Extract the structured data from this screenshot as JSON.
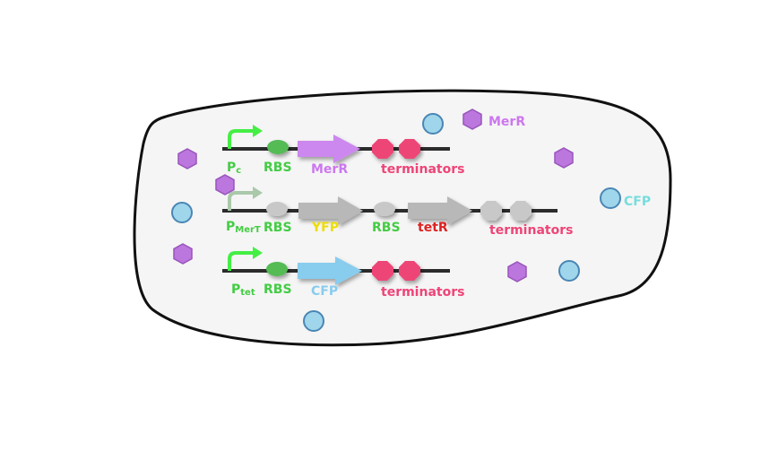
{
  "colors": {
    "cell_fill": "#f5f5f5",
    "cell_stroke": "#111111",
    "dna": "#2b2b2b",
    "promoter_active": "#44ee44",
    "promoter_inactive": "#aac8aa",
    "rbs_active": "#55bb55",
    "rbs_inactive": "#c8c8c8",
    "merr": "#cc88ee",
    "cfp": "#88ccee",
    "terminator_active": "#ee4477",
    "terminator_inactive": "#c8c8c8",
    "gene_inactive": "#b8b8b8",
    "label_green": "#44cc44",
    "label_purple": "#cc77ee",
    "label_pink": "#ee4477",
    "label_yellow": "#eedd00",
    "label_red": "#dd2222",
    "label_cyan": "#77dddd",
    "protein_merr": "#bb77dd",
    "protein_cfp_fill": "#9fd6ec",
    "protein_cfp_stroke": "#4a86b4"
  },
  "construct1": {
    "promoter": "P",
    "promoter_sub": "c",
    "rbs": "RBS",
    "gene": "MerR",
    "terminators": "terminators"
  },
  "construct2": {
    "promoter": "P",
    "promoter_sub": "MerT",
    "rbs1": "RBS",
    "gene1": "YFP",
    "rbs2": "RBS",
    "gene2": "tetR",
    "terminators": "terminators"
  },
  "construct3": {
    "promoter": "P",
    "promoter_sub": "tet",
    "rbs": "RBS",
    "gene": "CFP",
    "terminators": "terminators"
  },
  "legend": {
    "merr_label": "MerR",
    "cfp_label": "CFP"
  }
}
